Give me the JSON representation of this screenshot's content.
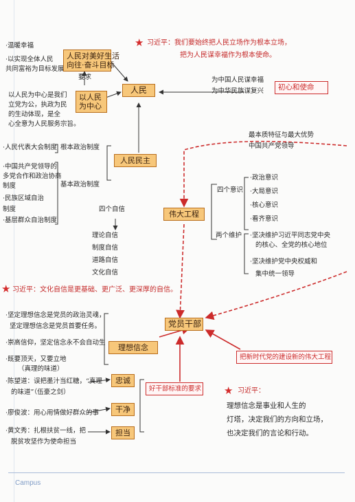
{
  "quote1": {
    "line1": "习近平：我们要始终把人民立场作为根本立场，",
    "line2": "把为人民谋幸福作为根本使命。"
  },
  "top_left": {
    "item1": "·温暖幸福",
    "item2": "·以实现全体人民",
    "item3": "共同富裕为目标发展"
  },
  "box_goal": {
    "line1": "人民对美好生活",
    "line2": "向往·奋斗目标"
  },
  "label_yaoqiu": "要求",
  "box_center": {
    "line1": "以人民",
    "line2": "为中心"
  },
  "box_people": "人民",
  "mission_text": {
    "line1": "为中国人民谋幸福",
    "line2": "为中华民族谋复兴"
  },
  "box_mission": "初心和使命",
  "left_mid": {
    "line1": "以人民为中心是我们",
    "line2": "立党为公，执政为民",
    "line3": "的生动体现，是全",
    "line4": "心全意为人民服务宗旨。"
  },
  "democracy_items": {
    "i1": "·人民代表大会制度",
    "i2": "·中国共产党领导的",
    "i3": "多党合作和政治协商",
    "i4": "制度",
    "i5": "·民族区域自治",
    "i6": "制度",
    "i7": "·基层群众自治制度"
  },
  "label_fundamental": "根本政治制度",
  "label_basic": "基本政治制度",
  "box_democracy": "人民民主",
  "four_confidence": {
    "title": "四个自信",
    "i1": "理论自信",
    "i2": "制度自信",
    "i3": "道路自信",
    "i4": "文化自信"
  },
  "leadership_text": {
    "line1": "最本质特征与最大优势",
    "line2": "中国共产党领导"
  },
  "box_party": "伟大工程",
  "label_four_consciousness": "四个意识",
  "consciousness": {
    "c1": "·政治意识",
    "c2": "·大局意识",
    "c3": "·核心意识",
    "c4": "·看齐意识"
  },
  "label_two_upholds": "两个维护",
  "upholds": {
    "u1a": "·坚决维护习近平同志党中央",
    "u1b": "的核心、全党的核心地位",
    "u2a": "·坚决维护党中央权威和",
    "u2b": "集中统一领导"
  },
  "quote2": "习近平：文化自信是更基础、更广泛、更深厚的自信。",
  "ideals_items": {
    "i1": "·坚定理想信念是党员的政治灵魂，",
    "i2": "坚定理想信念是党员首要任务。",
    "i3": "·崇高信仰，坚定信念永不会自动生",
    "i4": "·既要顶天，又要立地",
    "i5": "（真理的味道）"
  },
  "box_ideals": "理想信念",
  "box_cadre": "党员干部",
  "box_cadre_standard": "好干部标准的要求",
  "box_reform": "把新时代党的建设新的伟大工程",
  "qualities": {
    "q1": "忠诚",
    "q2": "干净",
    "q3": "担当",
    "e1a": "·陈望道：误把墨汁当红糖，“真理",
    "e1b": "的味道”（伍豪之剑）",
    "e2": "·廖俊波：用心用情做好群众的事",
    "e3a": "·黄文秀：扎根扶贫一线，把",
    "e3b": "脱贫攻坚作为使命担当"
  },
  "quote3": {
    "line1": "习近平：",
    "line2": "理想信念是事业和人生的",
    "line3": "灯塔，决定我们的方向和立场，",
    "line4": "也决定我们的言论和行动。"
  },
  "brand": "Campus",
  "colors": {
    "box_fill": "#f7c77a",
    "box_border": "#b86d1b",
    "accent_red": "#cc2b2b"
  }
}
